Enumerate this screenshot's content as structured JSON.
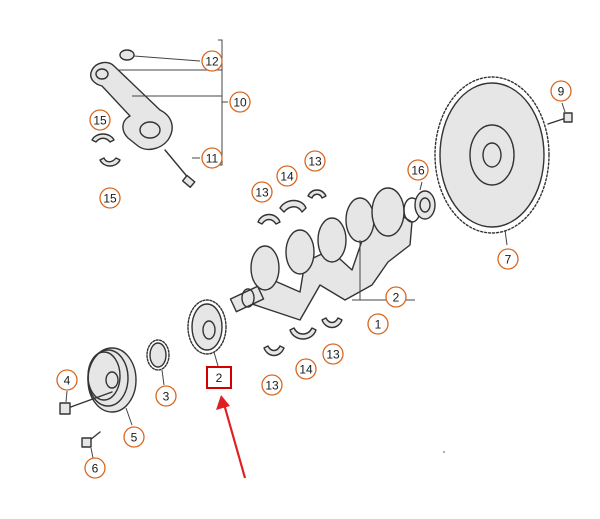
{
  "diagram": {
    "callouts": [
      {
        "key": "c12",
        "label": "12"
      },
      {
        "key": "c10",
        "label": "10"
      },
      {
        "key": "c15a",
        "label": "15"
      },
      {
        "key": "c11",
        "label": "11"
      },
      {
        "key": "c15b",
        "label": "15"
      },
      {
        "key": "c9",
        "label": "9"
      },
      {
        "key": "c16",
        "label": "16"
      },
      {
        "key": "c14a",
        "label": "14"
      },
      {
        "key": "c13a",
        "label": "13"
      },
      {
        "key": "c13b",
        "label": "13"
      },
      {
        "key": "c7",
        "label": "7"
      },
      {
        "key": "c2a",
        "label": "2"
      },
      {
        "key": "c1",
        "label": "1"
      },
      {
        "key": "c13c",
        "label": "13"
      },
      {
        "key": "c14b",
        "label": "14"
      },
      {
        "key": "c13d",
        "label": "13"
      },
      {
        "key": "c4",
        "label": "4"
      },
      {
        "key": "c3",
        "label": "3"
      },
      {
        "key": "c5",
        "label": "5"
      },
      {
        "key": "c6",
        "label": "6"
      }
    ],
    "highlighted": {
      "label": "2",
      "color": "#d40000"
    },
    "arrow_color": "#e02020",
    "callout_color": "#d9661f"
  }
}
